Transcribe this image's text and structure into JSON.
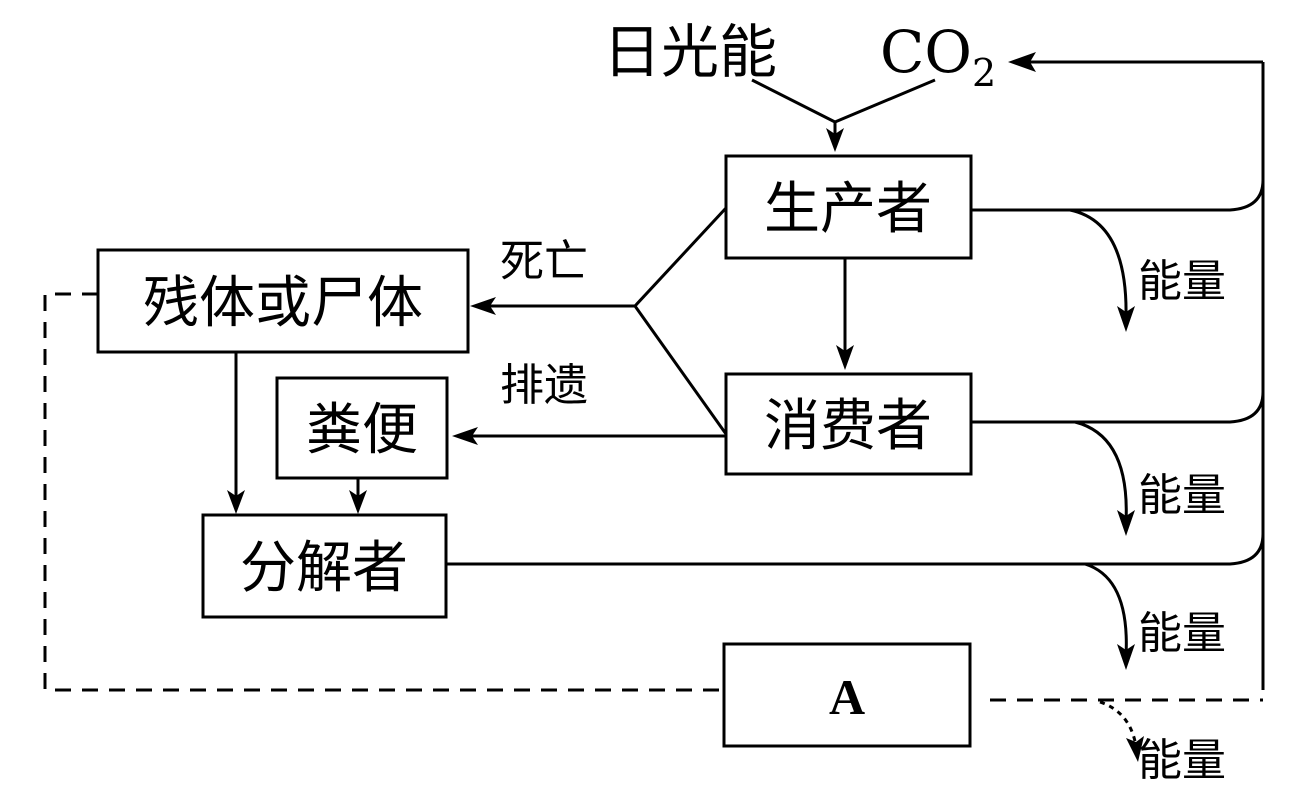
{
  "inputs": {
    "sunlight": "日光能",
    "co2_main": "CO",
    "co2_sub": "2"
  },
  "nodes": {
    "producer": "生产者",
    "consumer": "消费者",
    "remains": "残体或尸体",
    "feces": "粪便",
    "decomposer": "分解者",
    "a": "A"
  },
  "edge_labels": {
    "death": "死亡",
    "excretion": "排遗",
    "energy_producer": "能量",
    "energy_consumer": "能量",
    "energy_decomposer": "能量",
    "energy_a": "能量"
  }
}
